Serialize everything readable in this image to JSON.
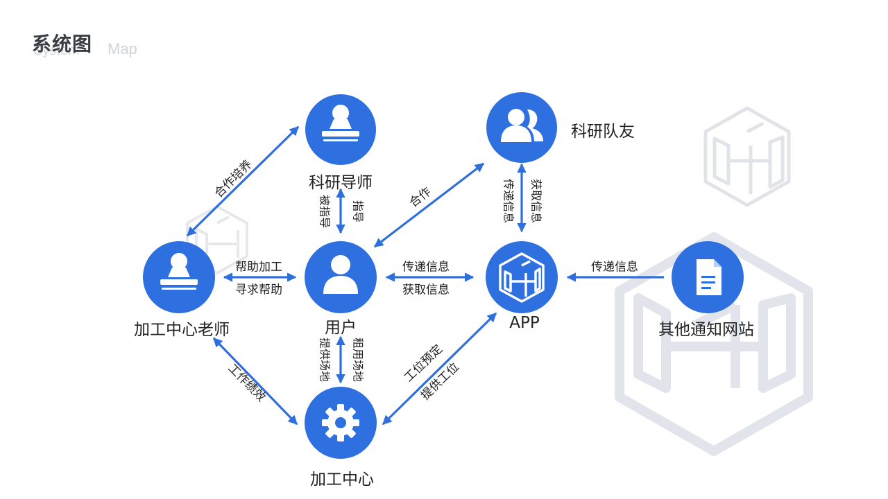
{
  "header": {
    "title": "系统图",
    "subtitle_ghost": "System",
    "subtitle": "Map"
  },
  "colors": {
    "node": "#2f70e0",
    "arrow": "#2f6fdd",
    "watermark": "#dfe2ea"
  },
  "nodes": {
    "mentor": {
      "label": "科研导师",
      "icon": "stamp-icon"
    },
    "teammate": {
      "label": "科研队友",
      "icon": "users-icon"
    },
    "teacher": {
      "label": "加工中心老师",
      "icon": "stamp-icon"
    },
    "user": {
      "label": "用户",
      "icon": "user-icon"
    },
    "app": {
      "label": "APP",
      "icon": "cube-logo-icon"
    },
    "site": {
      "label": "其他通知网站",
      "icon": "document-icon"
    },
    "center": {
      "label": "加工中心",
      "icon": "gear-icon"
    }
  },
  "edges": {
    "teacher_mentor": "合作培养",
    "mentor_user_a": "被指导",
    "mentor_user_b": "指导",
    "user_teammate": "合作",
    "teammate_app_a": "传递信息",
    "teammate_app_b": "获取信息",
    "teacher_user_a": "帮助加工",
    "teacher_user_b": "寻求帮助",
    "user_app_a": "传递信息",
    "user_app_b": "获取信息",
    "site_app": "传递信息",
    "teacher_center": "工作绩效",
    "user_center_a": "提供场地",
    "user_center_b": "租用场地",
    "center_app_a": "工位预定",
    "center_app_b": "提供工位"
  }
}
